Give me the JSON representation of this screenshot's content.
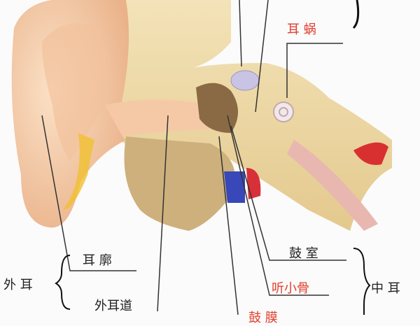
{
  "labels": {
    "cochlea": "耳   蜗",
    "auricle": "耳   廓",
    "outer_ear": "外  耳",
    "ear_canal": "外耳道",
    "tympanic_cavity": "鼓   室",
    "ossicles": "听小骨",
    "middle_ear": "中  耳",
    "eardrum": "鼓   膜"
  },
  "colors": {
    "highlight": "#e0402e",
    "text": "#222222"
  }
}
